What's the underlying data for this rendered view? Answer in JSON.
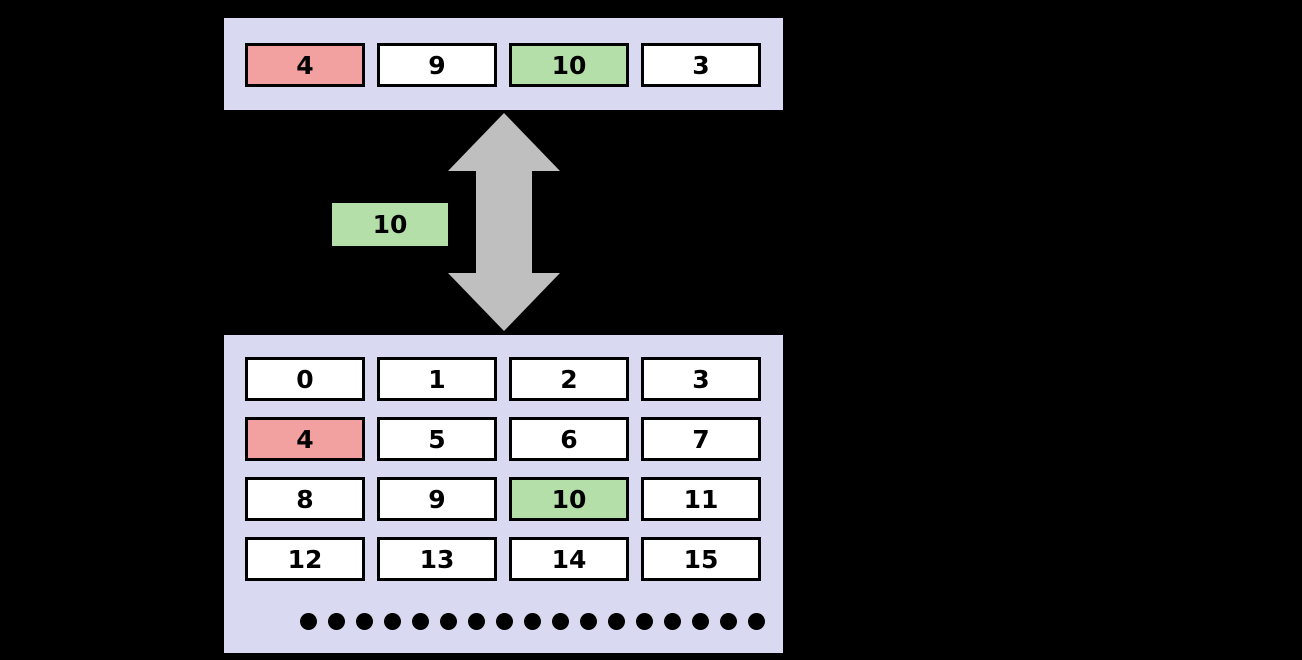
{
  "diagram": {
    "title": "cache-and-memory-block-transfer",
    "colors": {
      "panel_background": "#d9d9f2",
      "cell_background": "#ffffff",
      "cell_border": "#000000",
      "highlight_red": "#f2a0a0",
      "highlight_green": "#b4dfa8",
      "arrow_fill": "#bfbfbf",
      "page_background": "#000000"
    },
    "cache": {
      "name": "cache-row",
      "cells": [
        {
          "value": "4",
          "state": "red"
        },
        {
          "value": "9",
          "state": "plain"
        },
        {
          "value": "10",
          "state": "green"
        },
        {
          "value": "3",
          "state": "plain"
        }
      ]
    },
    "transfer": {
      "value": "10",
      "arrow": "double-headed-vertical-arrow"
    },
    "memory": {
      "name": "memory-grid",
      "columns": 4,
      "rows": [
        [
          {
            "value": "0",
            "state": "plain"
          },
          {
            "value": "1",
            "state": "plain"
          },
          {
            "value": "2",
            "state": "plain"
          },
          {
            "value": "3",
            "state": "plain"
          }
        ],
        [
          {
            "value": "4",
            "state": "red"
          },
          {
            "value": "5",
            "state": "plain"
          },
          {
            "value": "6",
            "state": "plain"
          },
          {
            "value": "7",
            "state": "plain"
          }
        ],
        [
          {
            "value": "8",
            "state": "plain"
          },
          {
            "value": "9",
            "state": "plain"
          },
          {
            "value": "10",
            "state": "green"
          },
          {
            "value": "11",
            "state": "plain"
          }
        ],
        [
          {
            "value": "12",
            "state": "plain"
          },
          {
            "value": "13",
            "state": "plain"
          },
          {
            "value": "14",
            "state": "plain"
          },
          {
            "value": "15",
            "state": "plain"
          }
        ]
      ],
      "continuation_dots": 17
    }
  }
}
